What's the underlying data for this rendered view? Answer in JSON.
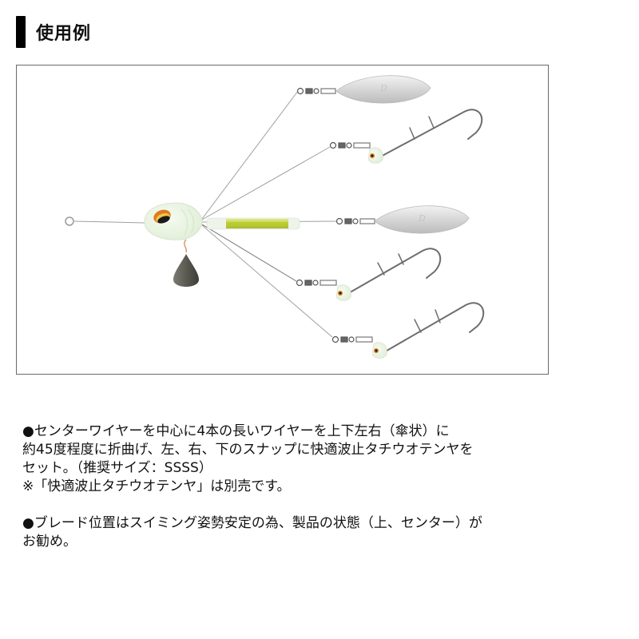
{
  "header": {
    "title": "使用例"
  },
  "figure": {
    "description": "Umbrella rig illustration: glow jig head with sinker, center wire with glow tube, two willow blades and three tachiuo tenya hooks",
    "colors": {
      "frame_border": "#6a6a6a",
      "glow_head": "#e9f3e1",
      "glow_tube": "#c9d94a",
      "blade": "#d8d8d8",
      "sinker": "#5a5a52",
      "wire": "#9a9a9a",
      "hook": "#6d6d6d",
      "eye_orange": "#e07a1e"
    },
    "components": {
      "blades": 2,
      "tenya_hooks": 3,
      "center_wire": 1,
      "sinker": 1
    }
  },
  "body": {
    "paragraph1": {
      "lines": [
        "●センターワイヤーを中心に4本の長いワイヤーを上下左右（傘状）に",
        "約45度程度に折曲げ、左、右、下のスナップに快適波止タチウオテンヤを",
        "セット。（推奨サイズ：SSSS）",
        "※「快適波止タチウオテンヤ」は別売です。"
      ]
    },
    "paragraph2": {
      "lines": [
        "●ブレード位置はスイミング姿勢安定の為、製品の状態（上、センター）が",
        "お勧め。"
      ]
    }
  }
}
